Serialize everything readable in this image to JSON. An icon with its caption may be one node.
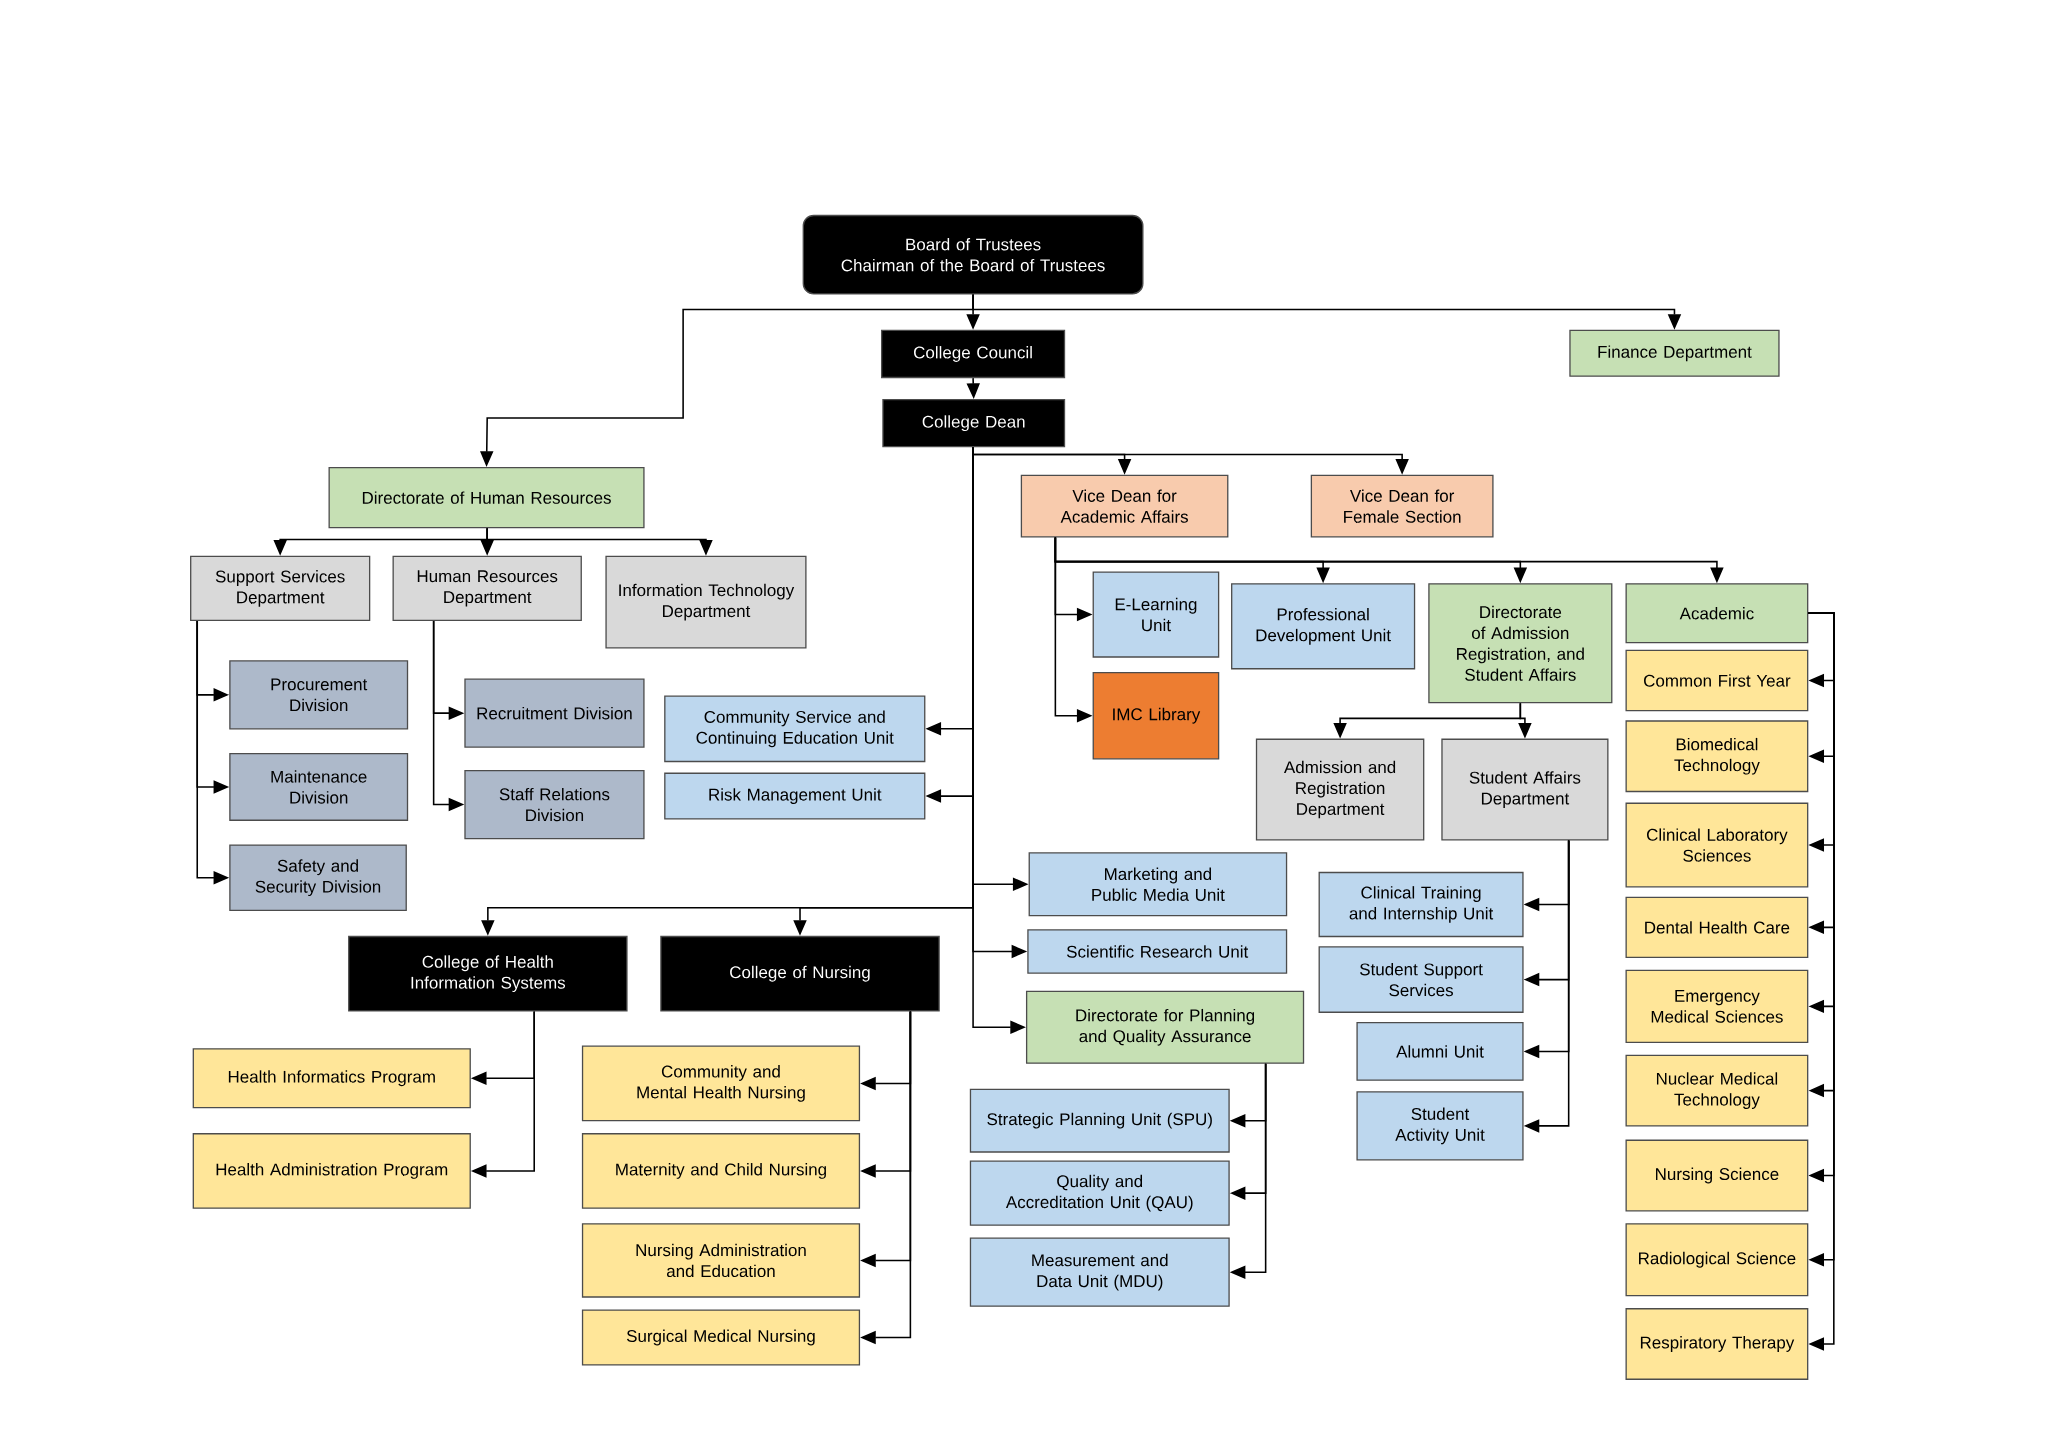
{
  "diagram": {
    "nodes": [
      {
        "text": [
          "Board of Trustees",
          "Chairman of the Board of Trustees"
        ]
      },
      {
        "text": [
          "College Council"
        ]
      },
      {
        "text": [
          "Finance Department"
        ]
      },
      {
        "text": [
          "College Dean"
        ]
      },
      {
        "text": [
          "Directorate of Human Resources"
        ]
      },
      {
        "text": [
          "Vice Dean for Academic Affairs"
        ]
      },
      {
        "text": [
          "Vice Dean for Female Section"
        ]
      },
      {
        "text": [
          "Support Services Department"
        ]
      },
      {
        "text": [
          "Human Resources Department"
        ]
      },
      {
        "text": [
          "Information Technology Department"
        ]
      },
      {
        "text": [
          "E-Learning Unit"
        ]
      },
      {
        "text": [
          "Professional Development Unit"
        ]
      },
      {
        "text": [
          "Directorate of Admission Registration, and Student Affairs"
        ]
      },
      {
        "text": [
          "Academic"
        ]
      },
      {
        "text": [
          "Procurement Division"
        ]
      },
      {
        "text": [
          "Recruitment Division"
        ]
      },
      {
        "text": [
          "Community Service and Continuing Education Unit"
        ]
      },
      {
        "text": [
          "IMC Library"
        ]
      },
      {
        "text": [
          "Common First Year"
        ]
      },
      {
        "text": [
          "Biomedical Technology"
        ]
      },
      {
        "text": [
          "Admission and Registration Department"
        ]
      },
      {
        "text": [
          "Student Affairs Department"
        ]
      },
      {
        "text": [
          "Maintenance Division"
        ]
      },
      {
        "text": [
          "Risk Management Unit"
        ]
      },
      {
        "text": [
          "Staff Relations Division"
        ]
      },
      {
        "text": [
          "Clinical Laboratory Sciences"
        ]
      },
      {
        "text": [
          "Safety and Security Division"
        ]
      },
      {
        "text": [
          "Marketing and Public Media Unit"
        ]
      },
      {
        "text": [
          "Clinical Training and Internship Unit"
        ]
      },
      {
        "text": [
          "Dental Health Care"
        ]
      },
      {
        "text": [
          "College of Health Information Systems"
        ]
      },
      {
        "text": [
          "College of Nursing"
        ]
      },
      {
        "text": [
          "Scientific Research Unit"
        ]
      },
      {
        "text": [
          "Student Support Services"
        ]
      },
      {
        "text": [
          "Emergency Medical Sciences"
        ]
      },
      {
        "text": [
          "Directorate for Planning and Quality Assurance"
        ]
      },
      {
        "text": [
          "Alumni Unit"
        ]
      },
      {
        "text": [
          "Health Informatics Program"
        ]
      },
      {
        "text": [
          "Community and Mental Health Nursing"
        ]
      },
      {
        "text": [
          "Nuclear Medical Technology"
        ]
      },
      {
        "text": [
          "Strategic Planning Unit (SPU)"
        ]
      },
      {
        "text": [
          "Student Activity Unit"
        ]
      },
      {
        "text": [
          "Health Administration Program"
        ]
      },
      {
        "text": [
          "Maternity and Child Nursing"
        ]
      },
      {
        "text": [
          "Nursing Science"
        ]
      },
      {
        "text": [
          "Quality and Accreditation Unit (QAU)"
        ]
      },
      {
        "text": [
          "Nursing Administration and Education"
        ]
      },
      {
        "text": [
          "Measurement and Data Unit (MDU)"
        ]
      },
      {
        "text": [
          "Radiological Science"
        ]
      },
      {
        "text": [
          "Surgical Medical Nursing"
        ]
      },
      {
        "text": [
          "Respiratory Therapy"
        ]
      }
    ],
    "edges": [
      {
        "from": 0,
        "to": 1,
        "arrow": "to"
      },
      {
        "from": 0,
        "to": 2,
        "arrow": "to"
      },
      {
        "from": 0,
        "to": 4,
        "arrow": "to"
      },
      {
        "from": 1,
        "to": 3,
        "arrow": "to"
      },
      {
        "from": 3,
        "to": 5,
        "arrow": "to"
      },
      {
        "from": 3,
        "to": 6,
        "arrow": "to"
      },
      {
        "from": 3,
        "to": 16,
        "arrow": "to"
      },
      {
        "from": 3,
        "to": 23,
        "arrow": "to"
      },
      {
        "from": 3,
        "to": 27,
        "arrow": "to"
      },
      {
        "from": 3,
        "to": 32,
        "arrow": "to"
      },
      {
        "from": 3,
        "to": 35,
        "arrow": "to"
      },
      {
        "from": 3,
        "to": 30,
        "arrow": "to"
      },
      {
        "from": 3,
        "to": 31,
        "arrow": "to"
      },
      {
        "from": 4,
        "to": 7,
        "arrow": "to"
      },
      {
        "from": 4,
        "to": 8,
        "arrow": "to"
      },
      {
        "from": 4,
        "to": 9,
        "arrow": "to"
      },
      {
        "from": 7,
        "to": 14,
        "arrow": "to"
      },
      {
        "from": 7,
        "to": 22,
        "arrow": "to"
      },
      {
        "from": 7,
        "to": 26,
        "arrow": "to"
      },
      {
        "from": 8,
        "to": 15,
        "arrow": "to"
      },
      {
        "from": 8,
        "to": 24,
        "arrow": "to"
      },
      {
        "from": 5,
        "to": 10,
        "arrow": "to"
      },
      {
        "from": 5,
        "to": 17,
        "arrow": "to"
      },
      {
        "from": 5,
        "to": 11,
        "arrow": "to"
      },
      {
        "from": 5,
        "to": 12,
        "arrow": "to"
      },
      {
        "from": 5,
        "to": 13,
        "arrow": "to"
      },
      {
        "from": 12,
        "to": 20,
        "arrow": "to"
      },
      {
        "from": 12,
        "to": 21,
        "arrow": "to"
      },
      {
        "from": 21,
        "to": 28,
        "arrow": "to"
      },
      {
        "from": 21,
        "to": 33,
        "arrow": "to"
      },
      {
        "from": 21,
        "to": 36,
        "arrow": "to"
      },
      {
        "from": 21,
        "to": 41,
        "arrow": "to"
      },
      {
        "from": 13,
        "to": 18,
        "arrow": "to"
      },
      {
        "from": 13,
        "to": 19,
        "arrow": "to"
      },
      {
        "from": 13,
        "to": 25,
        "arrow": "to"
      },
      {
        "from": 13,
        "to": 29,
        "arrow": "to"
      },
      {
        "from": 13,
        "to": 34,
        "arrow": "to"
      },
      {
        "from": 13,
        "to": 39,
        "arrow": "to"
      },
      {
        "from": 13,
        "to": 44,
        "arrow": "to"
      },
      {
        "from": 13,
        "to": 48,
        "arrow": "to"
      },
      {
        "from": 13,
        "to": 50,
        "arrow": "to"
      },
      {
        "from": 30,
        "to": 37,
        "arrow": "to"
      },
      {
        "from": 30,
        "to": 42,
        "arrow": "to"
      },
      {
        "from": 31,
        "to": 38,
        "arrow": "to"
      },
      {
        "from": 31,
        "to": 43,
        "arrow": "to"
      },
      {
        "from": 31,
        "to": 46,
        "arrow": "to"
      },
      {
        "from": 31,
        "to": 49,
        "arrow": "to"
      },
      {
        "from": 35,
        "to": 40,
        "arrow": "to"
      },
      {
        "from": 35,
        "to": 45,
        "arrow": "to"
      },
      {
        "from": 35,
        "to": 47,
        "arrow": "to"
      }
    ]
  }
}
